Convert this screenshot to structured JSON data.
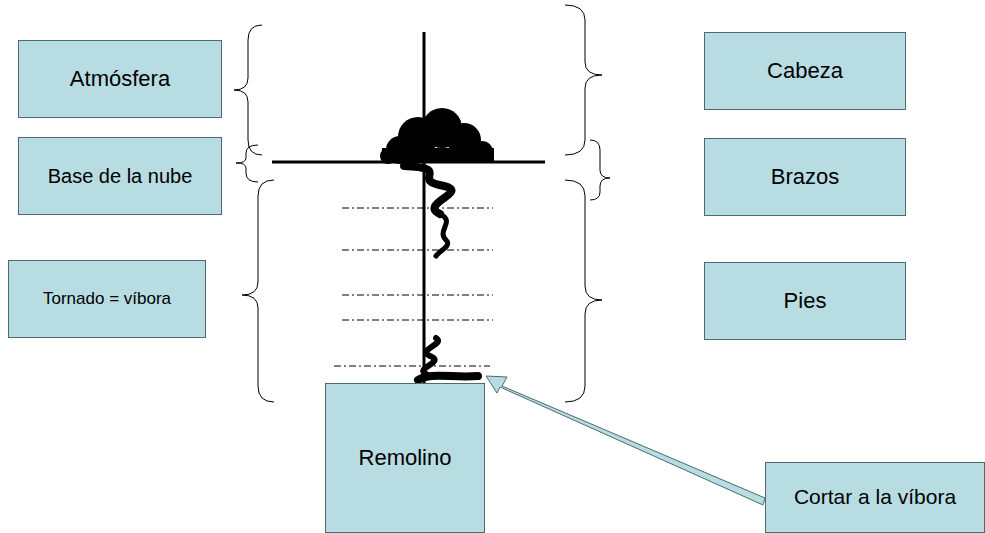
{
  "diagram": {
    "nodes": [
      {
        "text": [
          "Atmósfera"
        ]
      },
      {
        "text": [
          "Cabeza"
        ]
      },
      {
        "text": [
          "Base de la nube"
        ]
      },
      {
        "text": [
          "Brazos"
        ]
      },
      {
        "text": [
          "Tornado = víbora"
        ]
      },
      {
        "text": [
          "Pies"
        ]
      },
      {
        "text": [
          "Remolino"
        ]
      },
      {
        "text": [
          "Cortar a la víbora"
        ]
      }
    ]
  }
}
